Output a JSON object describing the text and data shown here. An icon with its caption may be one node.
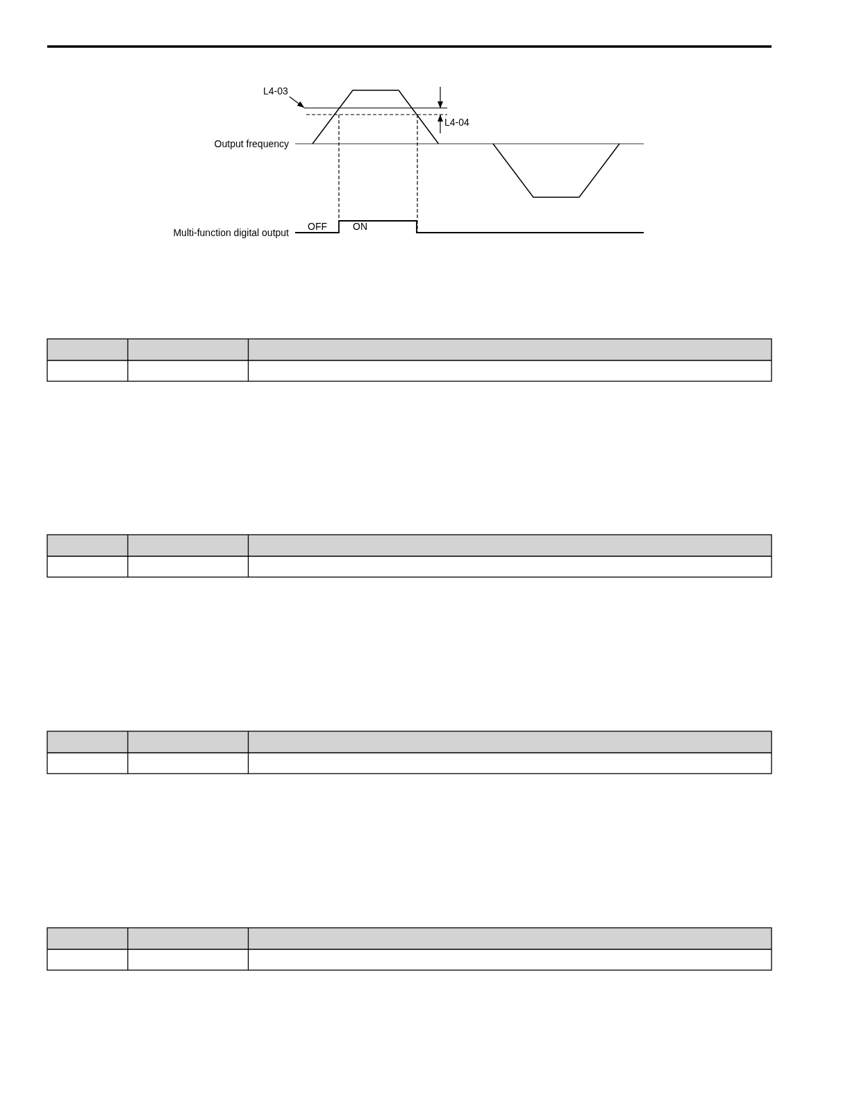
{
  "diagram": {
    "nodes": [
      {
        "text": [
          "L4-03"
        ]
      },
      {
        "text": [],
        "shape": "line"
      }
    ],
    "edges": [
      {
        "from": 0,
        "to": 1,
        "arrow": "to"
      }
    ],
    "labels": [
      "L4-04",
      "Output frequency",
      "OFF",
      "ON",
      "Multi-function digital output"
    ]
  }
}
